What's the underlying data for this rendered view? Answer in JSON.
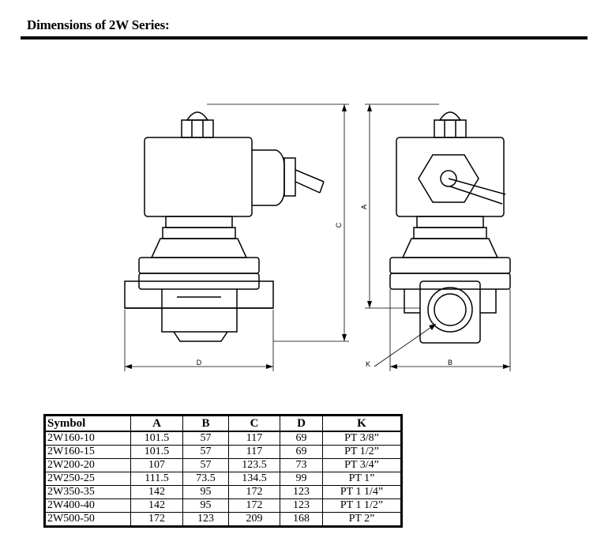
{
  "title": "Dimensions of 2W Series:",
  "drawing_labels": {
    "dim_a": "A",
    "dim_b": "B",
    "dim_c": "C",
    "dim_d": "D",
    "dim_k": "K"
  },
  "table": {
    "headers": [
      "Symbol",
      "A",
      "B",
      "C",
      "D",
      "K"
    ],
    "rows": [
      [
        "2W160-10",
        "101.5",
        "57",
        "117",
        "69",
        "PT 3/8”"
      ],
      [
        "2W160-15",
        "101.5",
        "57",
        "117",
        "69",
        "PT 1/2”"
      ],
      [
        "2W200-20",
        "107",
        "57",
        "123.5",
        "73",
        "PT 3/4”"
      ],
      [
        "2W250-25",
        "111.5",
        "73.5",
        "134.5",
        "99",
        "PT 1”"
      ],
      [
        "2W350-35",
        "142",
        "95",
        "172",
        "123",
        "PT 1 1/4”"
      ],
      [
        "2W400-40",
        "142",
        "95",
        "172",
        "123",
        "PT 1 1/2”"
      ],
      [
        "2W500-50",
        "172",
        "123",
        "209",
        "168",
        "PT 2”"
      ]
    ]
  }
}
